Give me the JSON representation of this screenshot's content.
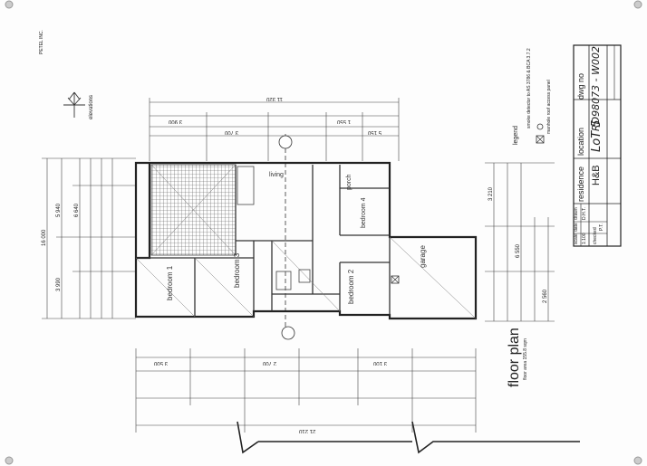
{
  "side_note": "PETEL INC.",
  "orientation_label": "elevations",
  "plan_title": "floor plan",
  "plan_subtitle": "floor area 155.8 sqm",
  "rooms": {
    "living": "living",
    "porch": "porch",
    "bedroom4": "bedroom 4",
    "garage": "garage",
    "bedroom1": "bedroom 1",
    "bedroom3": "bedroom 3",
    "bedroom2": "bedroom 2"
  },
  "legend": {
    "title": "legend",
    "item1": "smoke detector to AS 3786 & BCA 3.7.2",
    "item2": "manhole roof access panel"
  },
  "title_block": {
    "residence_label": "residence",
    "residence_value": "H&B",
    "location_label": "location",
    "location_value": "LoT 5",
    "dwg_label": "dwg no",
    "dwg_value": "RD98073 - W002",
    "scale_label": "scale",
    "scale_value": "1:100",
    "date_label": "date",
    "drawn_label": "drawn",
    "drawn_value": "D.H.T.",
    "checked_label": "checked",
    "checked_value": "P.T."
  },
  "dimensions": {
    "top_total": "11 320",
    "top_a": "3 900",
    "top_b": "1 550",
    "top_c": "3 700",
    "top_d": "5 150",
    "left_total": "16 000",
    "left_a": "5 940",
    "left_b": "6 640",
    "left_c": "3 990",
    "right_a": "3 210",
    "right_b": "6 550",
    "right_c": "2 560",
    "bottom_a": "3 500",
    "bottom_b": "2 700",
    "bottom_c": "3 100",
    "bottom_total": "21 210"
  }
}
